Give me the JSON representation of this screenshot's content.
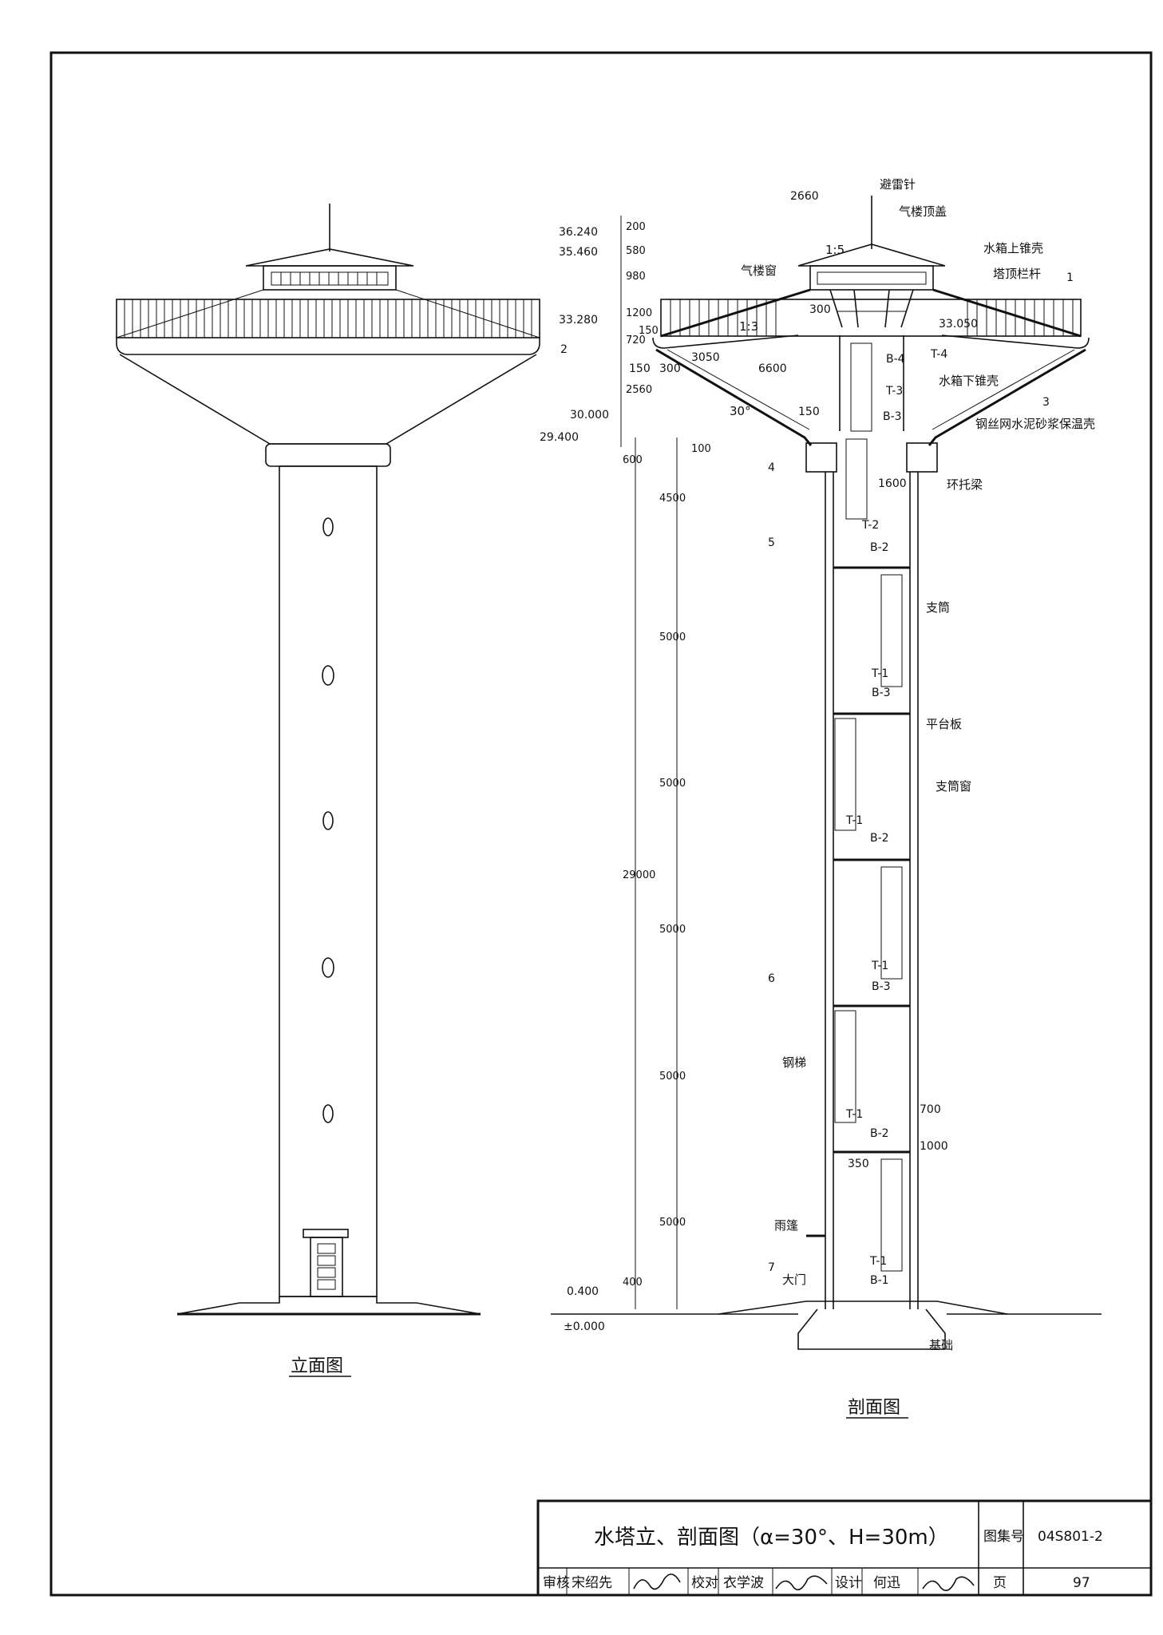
{
  "drawing": {
    "elevation_caption": "立面图",
    "section_caption": "剖面图",
    "elev_marks": [
      "36.240",
      "35.460",
      "33.280",
      "30.000",
      "29.400",
      "0.400",
      "±0.000"
    ],
    "left_dims": [
      "200",
      "580",
      "980",
      "1200",
      "720",
      "150",
      "2560",
      "600",
      "4500",
      "5000",
      "5000",
      "5000",
      "5000",
      "5000",
      "400",
      "29000",
      "100"
    ],
    "inner_dims": [
      "2660",
      "6600",
      "150",
      "300",
      "3050",
      "1600",
      "350",
      "700",
      "1000",
      "300",
      "150"
    ],
    "slopes": [
      "1:5",
      "1:3",
      "30°"
    ],
    "water_mark": "33.050",
    "labels": {
      "lightning_rod": "避雷针",
      "roof_cover": "气楼顶盖",
      "upper_cone": "水箱上锥壳",
      "railing": "塔顶栏杆",
      "dormer_window": "气楼窗",
      "lower_cone": "水箱下锥壳",
      "insulation": "钢丝网水泥砂浆保温壳",
      "ring_beam": "环托梁",
      "shaft": "支筒",
      "platform": "平台板",
      "shaft_window": "支筒窗",
      "steel_ladder": "钢梯",
      "canopy": "雨篷",
      "gate": "大门",
      "foundation": "基础"
    },
    "component_tags": [
      "T-4",
      "B-4",
      "T-3",
      "B-3",
      "T-2",
      "B-2",
      "T-1",
      "B-3",
      "T-1",
      "B-2",
      "T-1",
      "B-3",
      "T-1",
      "B-2",
      "T-1",
      "B-1"
    ],
    "section_cut_marks": [
      "1",
      "2",
      "3",
      "4",
      "5",
      "6",
      "7"
    ]
  },
  "title_block": {
    "title": "水塔立、剖面图（α=30°、H=30m）",
    "atlas_label": "图集号",
    "atlas_no": "04S801-2",
    "page_label": "页",
    "page_no": "97",
    "review_label": "审核",
    "reviewer": "宋绍先",
    "check_label": "校对",
    "checker": "衣学波",
    "design_label": "设计",
    "designer": "何迅"
  }
}
